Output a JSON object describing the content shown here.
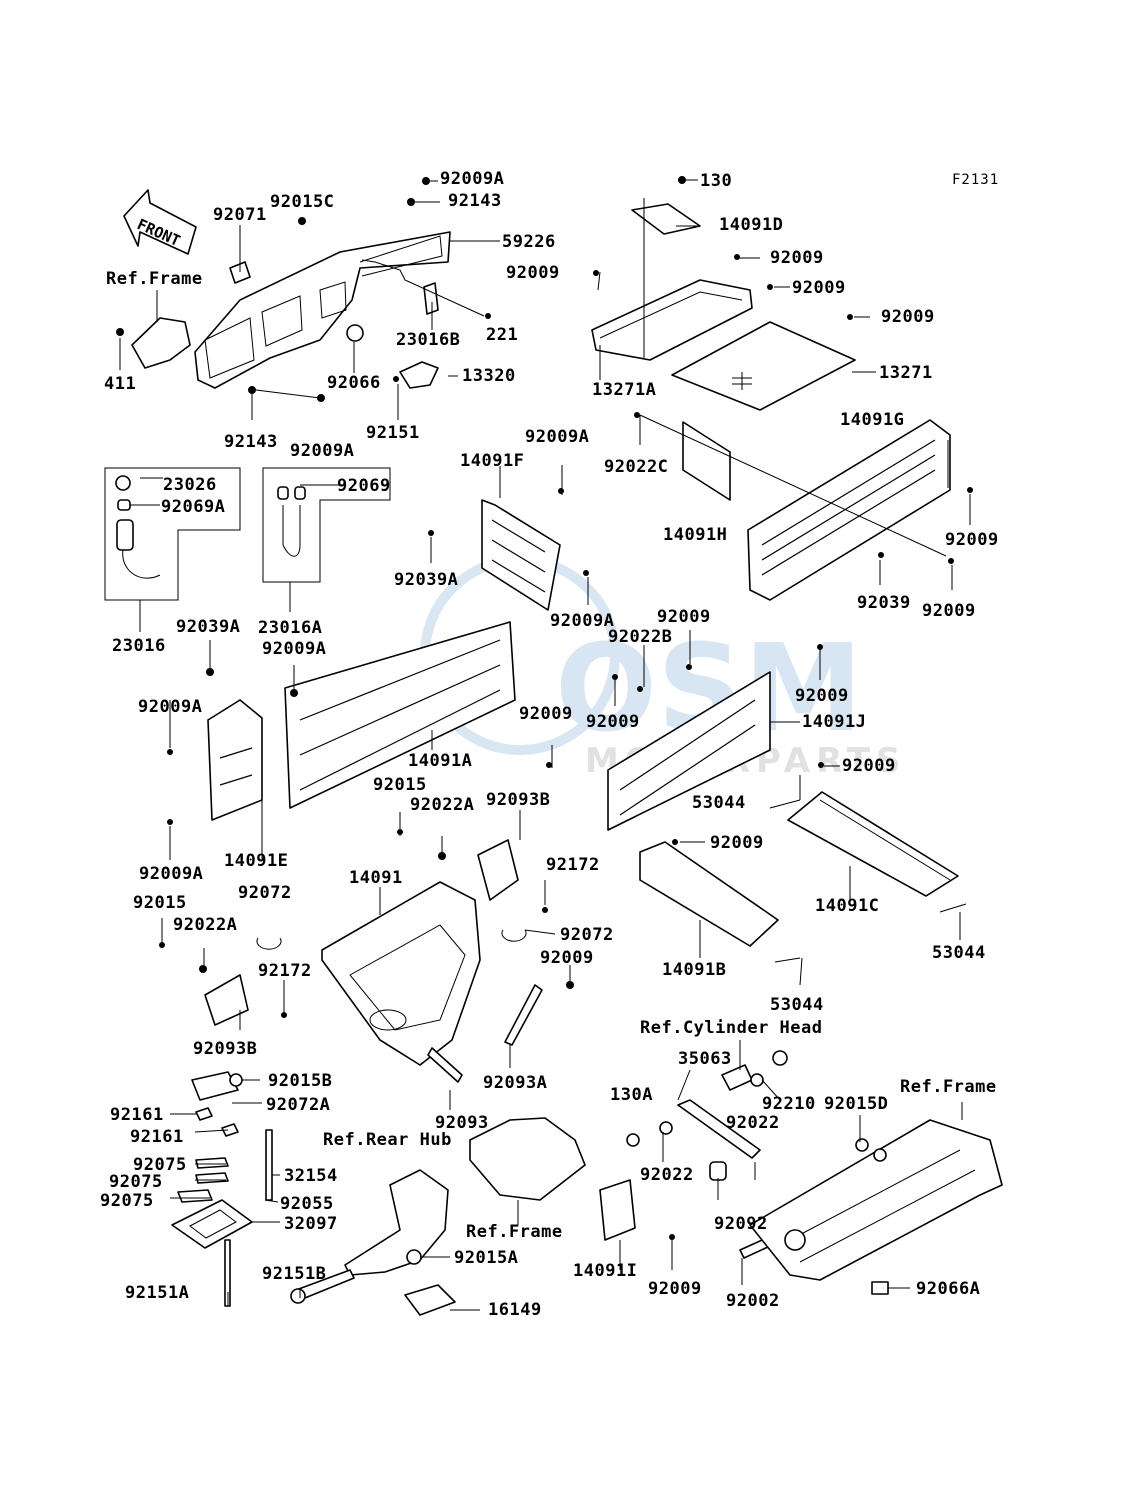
{
  "diagram_code": "F2131",
  "front_arrow_label": "FRONT",
  "watermark": {
    "primary": "OSM",
    "secondary": "MOTORPARTS",
    "color": "#b9d3ea"
  },
  "callouts": {
    "c_92009A_top": "92009A",
    "c_92143_top": "92143",
    "c_59226": "59226",
    "c_92071": "92071",
    "c_92015C": "92015C",
    "c_ref_frame_1": "Ref.Frame",
    "c_411": "411",
    "c_221": "221",
    "c_23016B": "23016B",
    "c_92066": "92066",
    "c_13320": "13320",
    "c_92143_bot": "92143",
    "c_92009A_bot": "92009A",
    "c_92151": "92151",
    "c_130": "130",
    "c_14091D": "14091D",
    "c_92009_a": "92009",
    "c_92009_b": "92009",
    "c_92009_c": "92009",
    "c_92009_d": "92009",
    "c_13271A": "13271A",
    "c_13271": "13271",
    "c_14091G": "14091G",
    "c_92022C": "92022C",
    "c_14091H": "14091H",
    "c_92009_e": "92009",
    "c_92009_f": "92009",
    "c_92039": "92039",
    "c_92009_g": "92009",
    "c_23026": "23026",
    "c_92069A": "92069A",
    "c_92069": "92069",
    "c_23016": "23016",
    "c_23016A": "23016A",
    "c_14091F": "14091F",
    "c_92009A_mid": "92009A",
    "c_92039A_mid": "92039A",
    "c_92009A_mid2": "92009A",
    "c_92039A_left": "92039A",
    "c_92009A_left": "92009A",
    "c_92009A_left2": "92009A",
    "c_14091A": "14091A",
    "c_92009A_left3": "92009A",
    "c_14091E": "14091E",
    "c_92009_h": "92009",
    "c_92022B": "92022B",
    "c_92009_i": "92009",
    "c_92009_j": "92009",
    "c_14091J": "14091J",
    "c_92009_k": "92009",
    "c_53044_a": "53044",
    "c_14091C": "14091C",
    "c_53044_b": "53044",
    "c_92015": "92015",
    "c_92022A": "92022A",
    "c_92093B": "92093B",
    "c_92172": "92172",
    "c_14091": "14091",
    "c_92072": "92072",
    "c_92009_l": "92009",
    "c_14091B": "14091B",
    "c_53044_c": "53044",
    "c_92015_b": "92015",
    "c_92072_b": "92072",
    "c_92022A_b": "92022A",
    "c_92172_b": "92172",
    "c_92093B_b": "92093B",
    "c_92093A": "92093A",
    "c_92093": "92093",
    "c_ref_cyl": "Ref.Cylinder Head",
    "c_35063": "35063",
    "c_130A": "130A",
    "c_92210": "92210",
    "c_92022_a": "92022",
    "c_92022_b": "92022",
    "c_92015D": "92015D",
    "c_ref_frame_2": "Ref.Frame",
    "c_92015B": "92015B",
    "c_92072A": "92072A",
    "c_92161_a": "92161",
    "c_92161_b": "92161",
    "c_ref_rear_hub": "Ref.Rear Hub",
    "c_32154": "32154",
    "c_92075_a": "92075",
    "c_92075_b": "92075",
    "c_92075_c": "92075",
    "c_92055": "92055",
    "c_32097": "32097",
    "c_92015A": "92015A",
    "c_ref_frame_3": "Ref.Frame",
    "c_14091I": "14091I",
    "c_92009_m": "92009",
    "c_92092": "92092",
    "c_92002": "92002",
    "c_92066A": "92066A",
    "c_92151A": "92151A",
    "c_92151B": "92151B",
    "c_16149": "16149"
  }
}
